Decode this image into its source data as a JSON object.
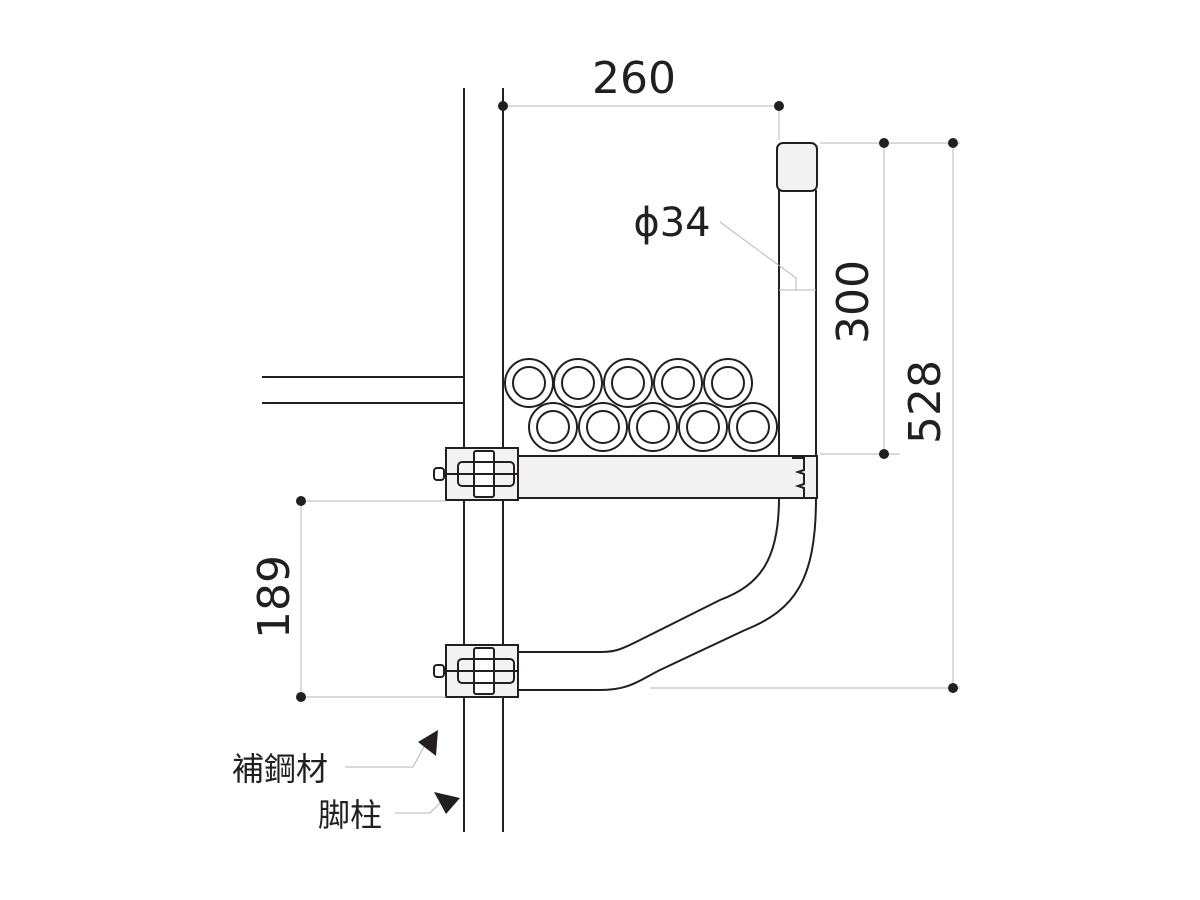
{
  "dimensions": {
    "width_top": "260",
    "pipe_diameter": "ϕ34",
    "height_upper": "300",
    "height_total": "528",
    "height_clamp": "189"
  },
  "labels": {
    "reinforcing_steel": "補鋼材",
    "leg_post": "脚柱"
  },
  "colors": {
    "line": "#231f20",
    "fill": "#f2f2f2",
    "leader": "#b5b5b5"
  }
}
